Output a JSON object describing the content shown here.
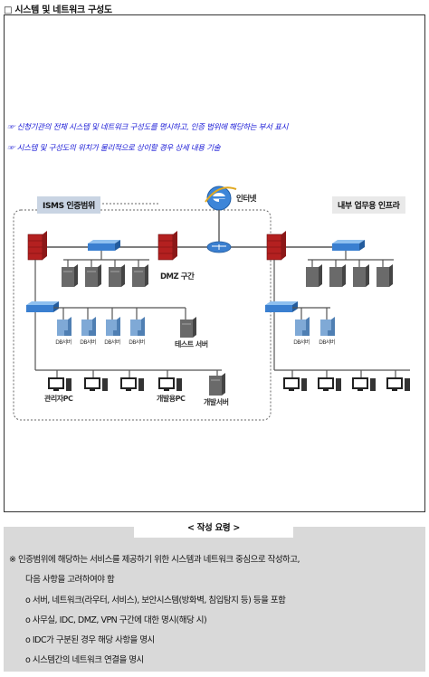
{
  "title": "□ 시스템 및 네트워크 구성도",
  "notes": [
    "☞ 신청기관의 전체 시스템 및 네트워크 구성도를 명시하고, 인증 범위에 해당하는 부서 표시",
    "☞ 시스템 및 구성도의 위치가 물리적으로 상이할 경우 상세 내용 기술"
  ],
  "diagram": {
    "internet_label": "인터넷",
    "isms_scope_label": "ISMS 인증범위",
    "internal_infra_label": "내부 업무용 인프라",
    "dmz_label": "DMZ 구간",
    "db_server_label": "DB서버",
    "test_server_label": "테스트 서버",
    "admin_pc_label": "관리자PC",
    "dev_pc_label": "개발용PC",
    "dev_server_label": "개발서버"
  },
  "guide": {
    "title": "< 작성 요령 >",
    "intro_line1": "※ 인증범위에 해당하는 서비스를 제공하기 위한 시스템과 네트워크 중심으로 작성하고,",
    "intro_line2": "다음 사항을 고려하여야 함",
    "items": [
      "o 서버, 네트워크(라우터, 서비스), 보안시스템(방화벽, 침입탐지 등) 등을 포함",
      "o 사무실, IDC, DMZ, VPN 구간에 대한 명시(해당 시)",
      "o IDC가 구분된 경우 해당 사항을 명시",
      "o 시스템간의 네트워크 연결을 명시"
    ]
  },
  "colors": {
    "note_text": "#1a1ad6",
    "isms_label_bg": "#c9d4e3",
    "internal_label_bg": "#e9e9e9",
    "firewall": "#b42020",
    "switch": "#3a7fd0",
    "db_server": "#7fa9d6",
    "server": "#6a6a6a",
    "guide_bg": "#d9d9d9"
  }
}
